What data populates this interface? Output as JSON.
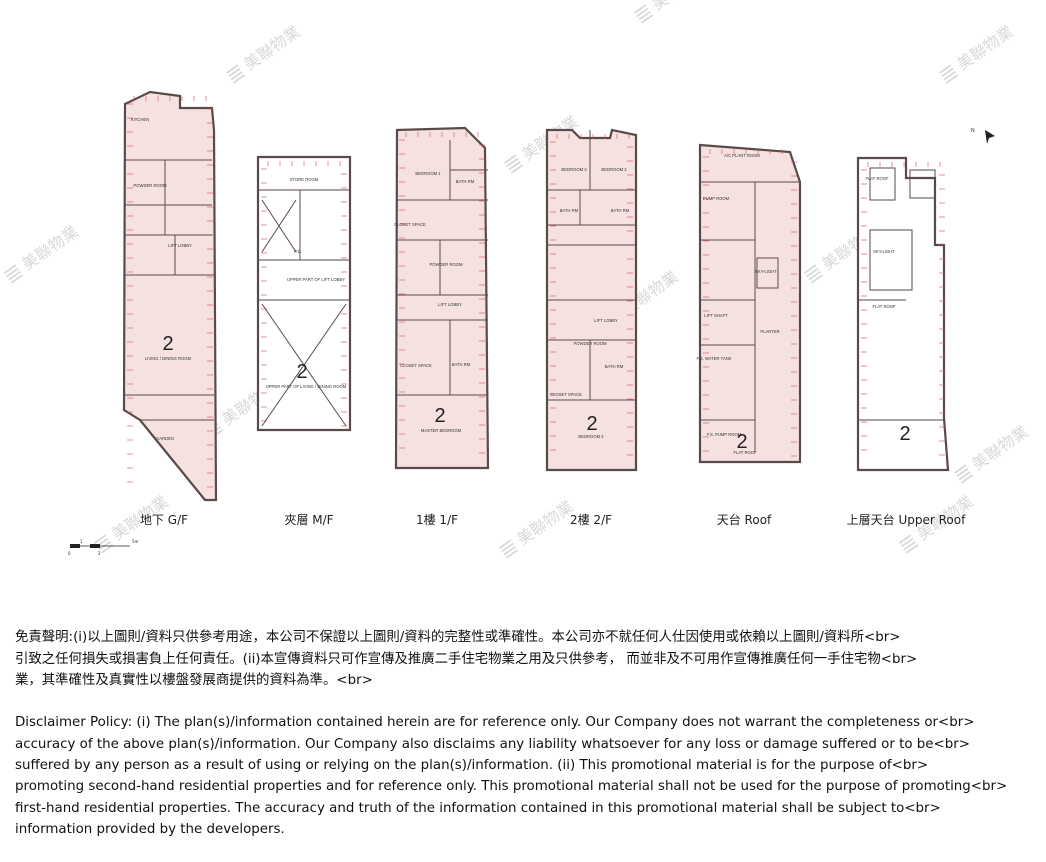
{
  "floors": [
    {
      "id": "gf",
      "label": "地下 G/F",
      "unit_number": "2",
      "rooms": [
        "KITCHEN",
        "POWDER ROOM",
        "LIFT LOBBY",
        "LIVING / DINING ROOM",
        "GARDEN"
      ]
    },
    {
      "id": "mf",
      "label": "夾層 M/F",
      "unit_number": "2",
      "rooms": [
        "STORE ROOM",
        "P.D.",
        "UPPER PART OF LIFT LOBBY",
        "UPPER PART OF LIVING / DINING ROOM"
      ]
    },
    {
      "id": "1f",
      "label": "1樓 1/F",
      "unit_number": "2",
      "rooms": [
        "BEDROOM 1",
        "BATH RM",
        "CLOSET SPACE",
        "POWDER ROOM",
        "LIFT LOBBY",
        "CLOSET SPACE",
        "BATH RM",
        "MASTER BEDROOM"
      ]
    },
    {
      "id": "2f",
      "label": "2樓 2/F",
      "unit_number": "2",
      "rooms": [
        "BEDROOM 3",
        "BEDROOM 2",
        "BATH RM",
        "BATH RM",
        "LIFT LOBBY",
        "POWDER ROOM",
        "BATH RM",
        "CLOSET SPACE",
        "BEDROOM 4"
      ]
    },
    {
      "id": "roof",
      "label": "天台 Roof",
      "unit_number": "2",
      "rooms": [
        "A/C PLANT ROOM",
        "PUMP ROOM",
        "SKY-LIGHT",
        "LIFT SHAFT",
        "PLANTER",
        "F.S. WATER TANK",
        "F.S. PUMP ROOM",
        "FLAT ROOF"
      ]
    },
    {
      "id": "upper-roof",
      "label": "上層天台 Upper Roof",
      "unit_number": "2",
      "rooms": [
        "FLAT ROOF",
        "SKY-LIGHT",
        "FLAT ROOF"
      ]
    }
  ],
  "north_label": "N",
  "scale_bar": {
    "unit": "5m",
    "ticks": [
      "0",
      "1",
      "2"
    ]
  },
  "watermark": {
    "glyph": "≣",
    "text": "美聯物業"
  },
  "disclaimer": {
    "zh": "免責聲明:(i)以上圖則/資料只供參考用途，本公司不保證以上圖則/資料的完整性或準確性。本公司亦不就任何人仕因使用或依賴以上圖則/資料所<br>\n引致之任何損失或損害負上任何責任。(ii)本宣傳資料只可作宣傳及推廣二手住宅物業之用及只供參考， 而並非及不可用作宣傳推廣任何一手住宅物<br>\n業，其準確性及真實性以樓盤發展商提供的資料為準。<br>",
    "en": "Disclaimer Policy: (i) The plan(s)/information contained herein are for reference only. Our Company does not warrant the completeness or<br>\naccuracy of the above plan(s)/information. Our Company also disclaims any liability whatsoever for any loss or damage suffered or to be<br>\nsuffered by any person as a result of using or relying on the plan(s)/information. (ii) This promotional material is for the purpose of<br>\npromoting second-hand residential properties and for reference only. This promotional material shall not be used for the purpose of promoting<br>\nfirst-hand residential properties. The accuracy and truth of the information contained in this promotional material shall be subject to<br>\ninformation provided by the developers."
  },
  "colors": {
    "wall": "#5a4a4a",
    "dimension": "#d2485a",
    "room_fill": "#f6e1e1",
    "watermark": "#c9c9c9"
  }
}
